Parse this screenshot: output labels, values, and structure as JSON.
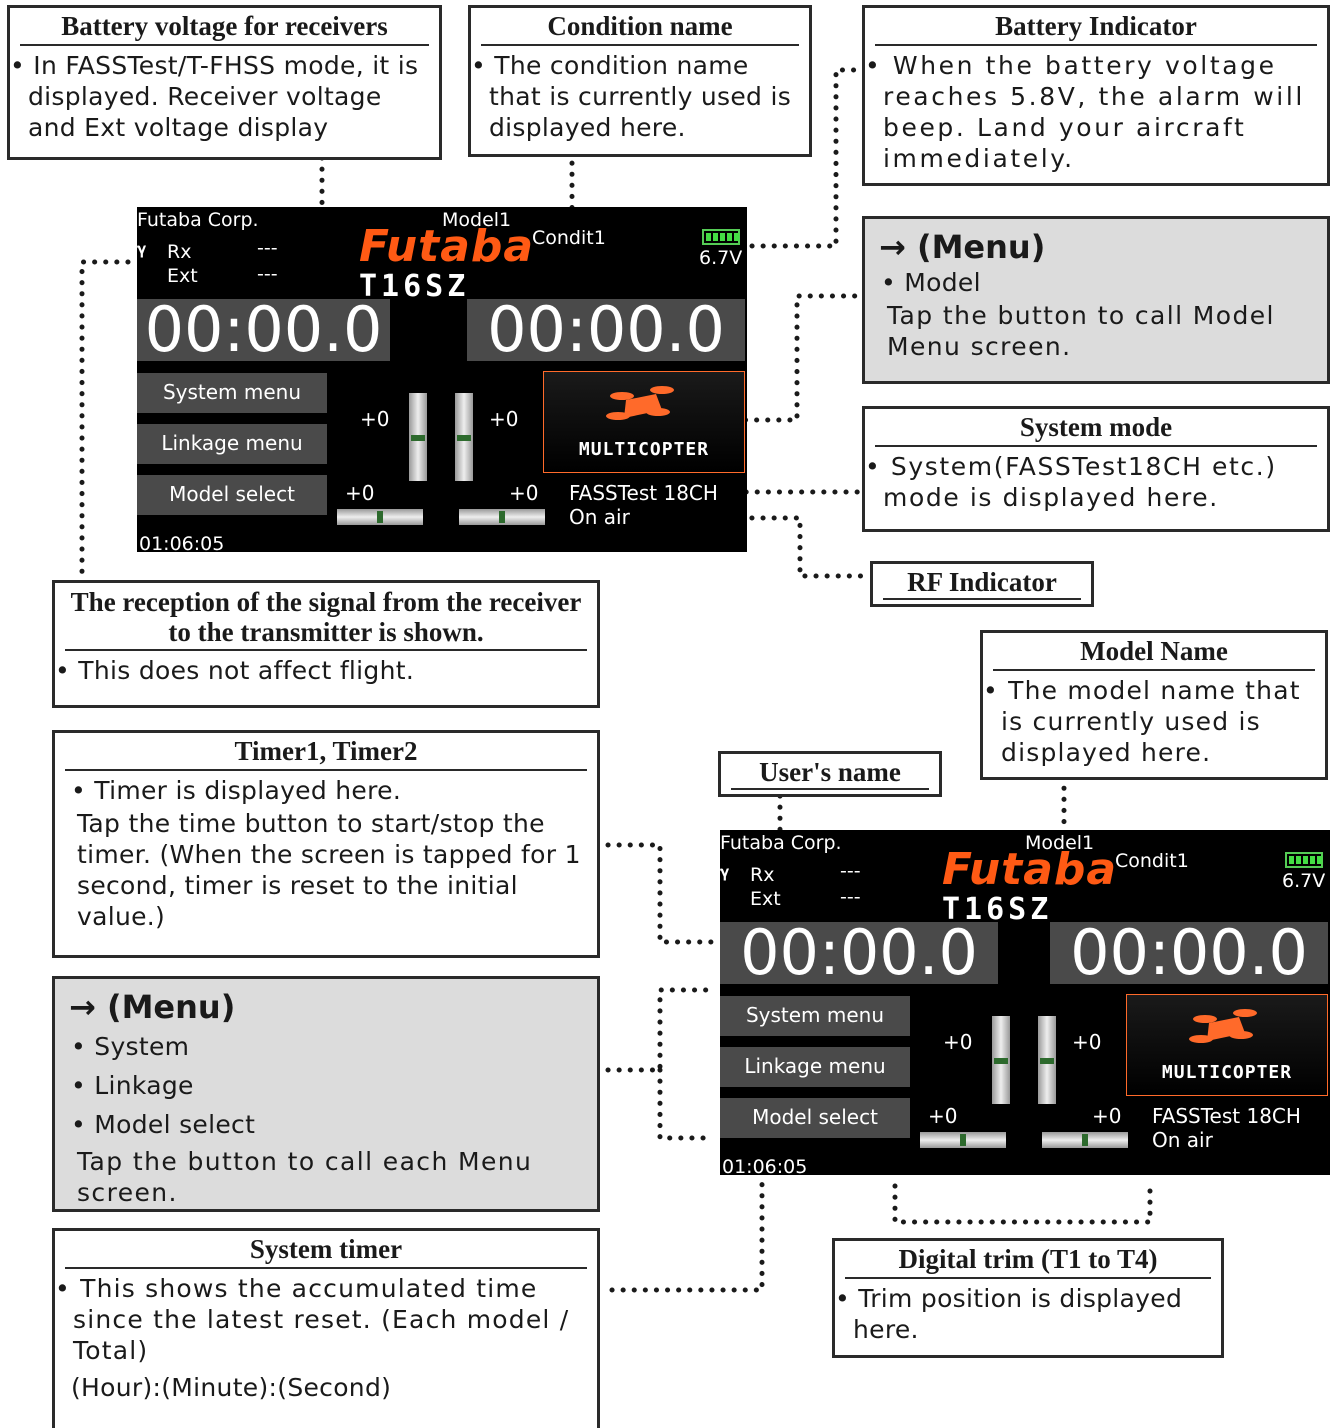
{
  "callouts": {
    "battery_rx": {
      "title": "Battery voltage for receivers",
      "text": "• In FASSTest/T-FHSS mode, it is displayed. Receiver voltage and Ext voltage display"
    },
    "condition_name": {
      "title": "Condition name",
      "text": "• The condition name that is currently used is displayed here."
    },
    "battery_indicator": {
      "title": "Battery Indicator",
      "text": "• When the battery voltage reaches 5.8V, the alarm will beep. Land your aircraft immediately."
    },
    "menu_model": {
      "title": "→ (Menu)",
      "bullet": "• Model",
      "text": "Tap the button to call Model Menu screen."
    },
    "system_mode": {
      "title": "System mode",
      "text": "• System(FASSTest18CH etc.) mode is displayed here."
    },
    "rf_indicator": {
      "title": "RF Indicator"
    },
    "reception": {
      "title": "The reception of the signal from the receiver to the transmitter is shown.",
      "text": "• This does not affect flight."
    },
    "model_name": {
      "title": "Model Name",
      "text": "• The model name that is currently used is displayed here."
    },
    "timers": {
      "title": "Timer1, Timer2",
      "bullet": "• Timer is displayed here.",
      "text": "Tap the time button to start/stop the timer. (When the screen is tapped for 1 second, timer is reset to the initial value.)"
    },
    "users_name": {
      "title": "User's name"
    },
    "menu_system": {
      "title": "→ (Menu)",
      "bullets": [
        "• System",
        "• Linkage",
        "• Model select"
      ],
      "text": "Tap the button to call each Menu screen."
    },
    "system_timer": {
      "title": "System timer",
      "text": "• This shows the accumulated time since the latest reset. (Each model / Total)",
      "format": "(Hour):(Minute):(Second)"
    },
    "digital_trim": {
      "title": "Digital trim (T1 to T4)",
      "text": "• Trim position is displayed here."
    }
  },
  "screen": {
    "user": "Futaba Corp.",
    "model": "Model1",
    "brand": "Futaba",
    "product": "T16SZ",
    "condition": "Condit1",
    "voltage": "6.7V",
    "rx_label": "Rx",
    "rx_value": "---",
    "ext_label": "Ext",
    "ext_value": "---",
    "timer1": "00:00.0",
    "timer2": "00:00.0",
    "buttons": [
      "System menu",
      "Linkage menu",
      "Model select"
    ],
    "trim_values": [
      "+0",
      "+0",
      "+0",
      "+0"
    ],
    "model_type": "MULTICOPTER",
    "system_mode": "FASSTest 18CH",
    "rf_status": "On air",
    "system_time": "01:06:05",
    "battery_level": 1.0
  },
  "colors": {
    "brand": "#ff5a14",
    "screen_bg": "#000000",
    "button_bg": "#4a4a4a",
    "battery": "#44dd44"
  }
}
